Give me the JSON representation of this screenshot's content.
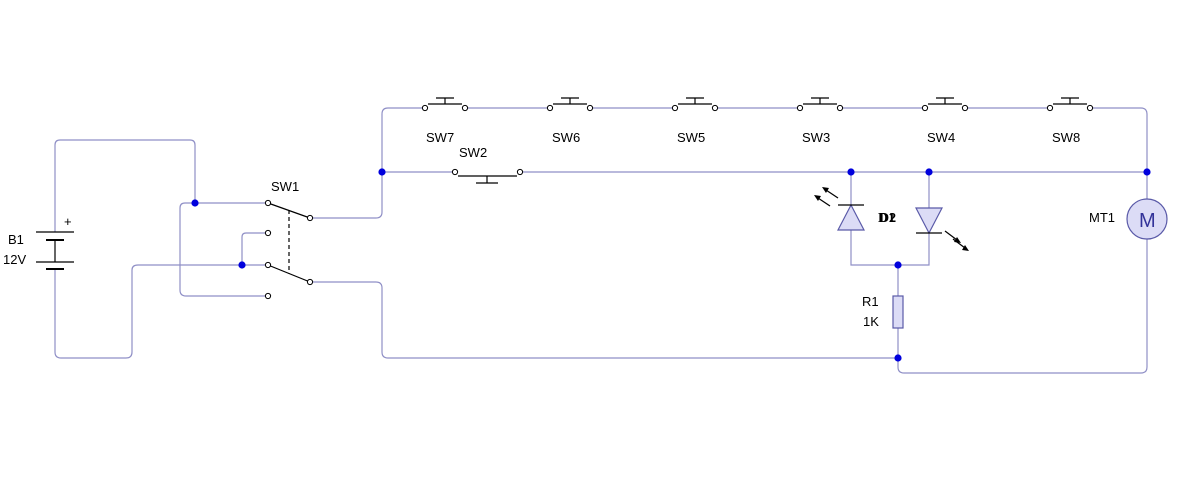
{
  "components": {
    "battery": {
      "ref": "B1",
      "value": "12V",
      "plus": "+"
    },
    "sw1": {
      "ref": "SW1"
    },
    "sw2": {
      "ref": "SW2"
    },
    "sw3": {
      "ref": "SW3"
    },
    "sw4": {
      "ref": "SW4"
    },
    "sw5": {
      "ref": "SW5"
    },
    "sw6": {
      "ref": "SW6"
    },
    "sw7": {
      "ref": "SW7"
    },
    "sw8": {
      "ref": "SW8"
    },
    "led_a": {
      "ref": "D1"
    },
    "led_b": {
      "ref": "D2"
    },
    "resistor": {
      "ref": "R1",
      "value": "1K"
    },
    "motor": {
      "ref": "MT1",
      "symbol": "M"
    }
  },
  "colors": {
    "wire": "#8f8fc6",
    "junction": "#0000dd",
    "component_ink": "#000000",
    "component_body": "#dcdcf6"
  }
}
